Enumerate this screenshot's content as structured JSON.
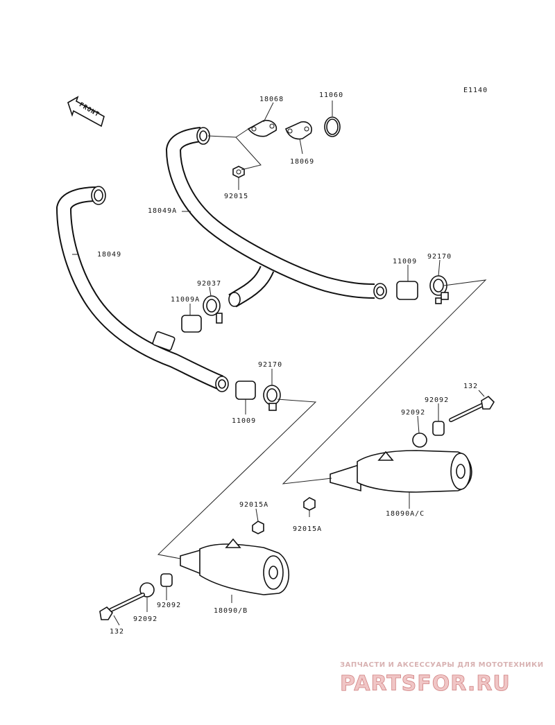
{
  "diagram_code": "E1140",
  "front_label": "FRONT",
  "labels": {
    "p18068": "18068",
    "p11060": "11060",
    "p18069": "18069",
    "p92015": "92015",
    "p18049A": "18049A",
    "p18049": "18049",
    "p11009_top": "11009",
    "p92170_top": "92170",
    "p92037": "92037",
    "p11009A": "11009A",
    "p92170_mid": "92170",
    "p11009_mid": "11009",
    "p132_right": "132",
    "p92092_r1": "92092",
    "p92092_r2": "92092",
    "p92015A_right": "92015A",
    "p18090AC": "18090A/C",
    "p92015A_left": "92015A",
    "p18090B": "18090/B",
    "p92092_l1": "92092",
    "p92092_l2": "92092",
    "p132_left": "132"
  },
  "watermark": {
    "tagline": "ЗАПЧАСТИ И АКСЕССУАРЫ ДЛЯ МОТОТЕХНИКИ",
    "logo": "PARTSFOR.RU"
  }
}
